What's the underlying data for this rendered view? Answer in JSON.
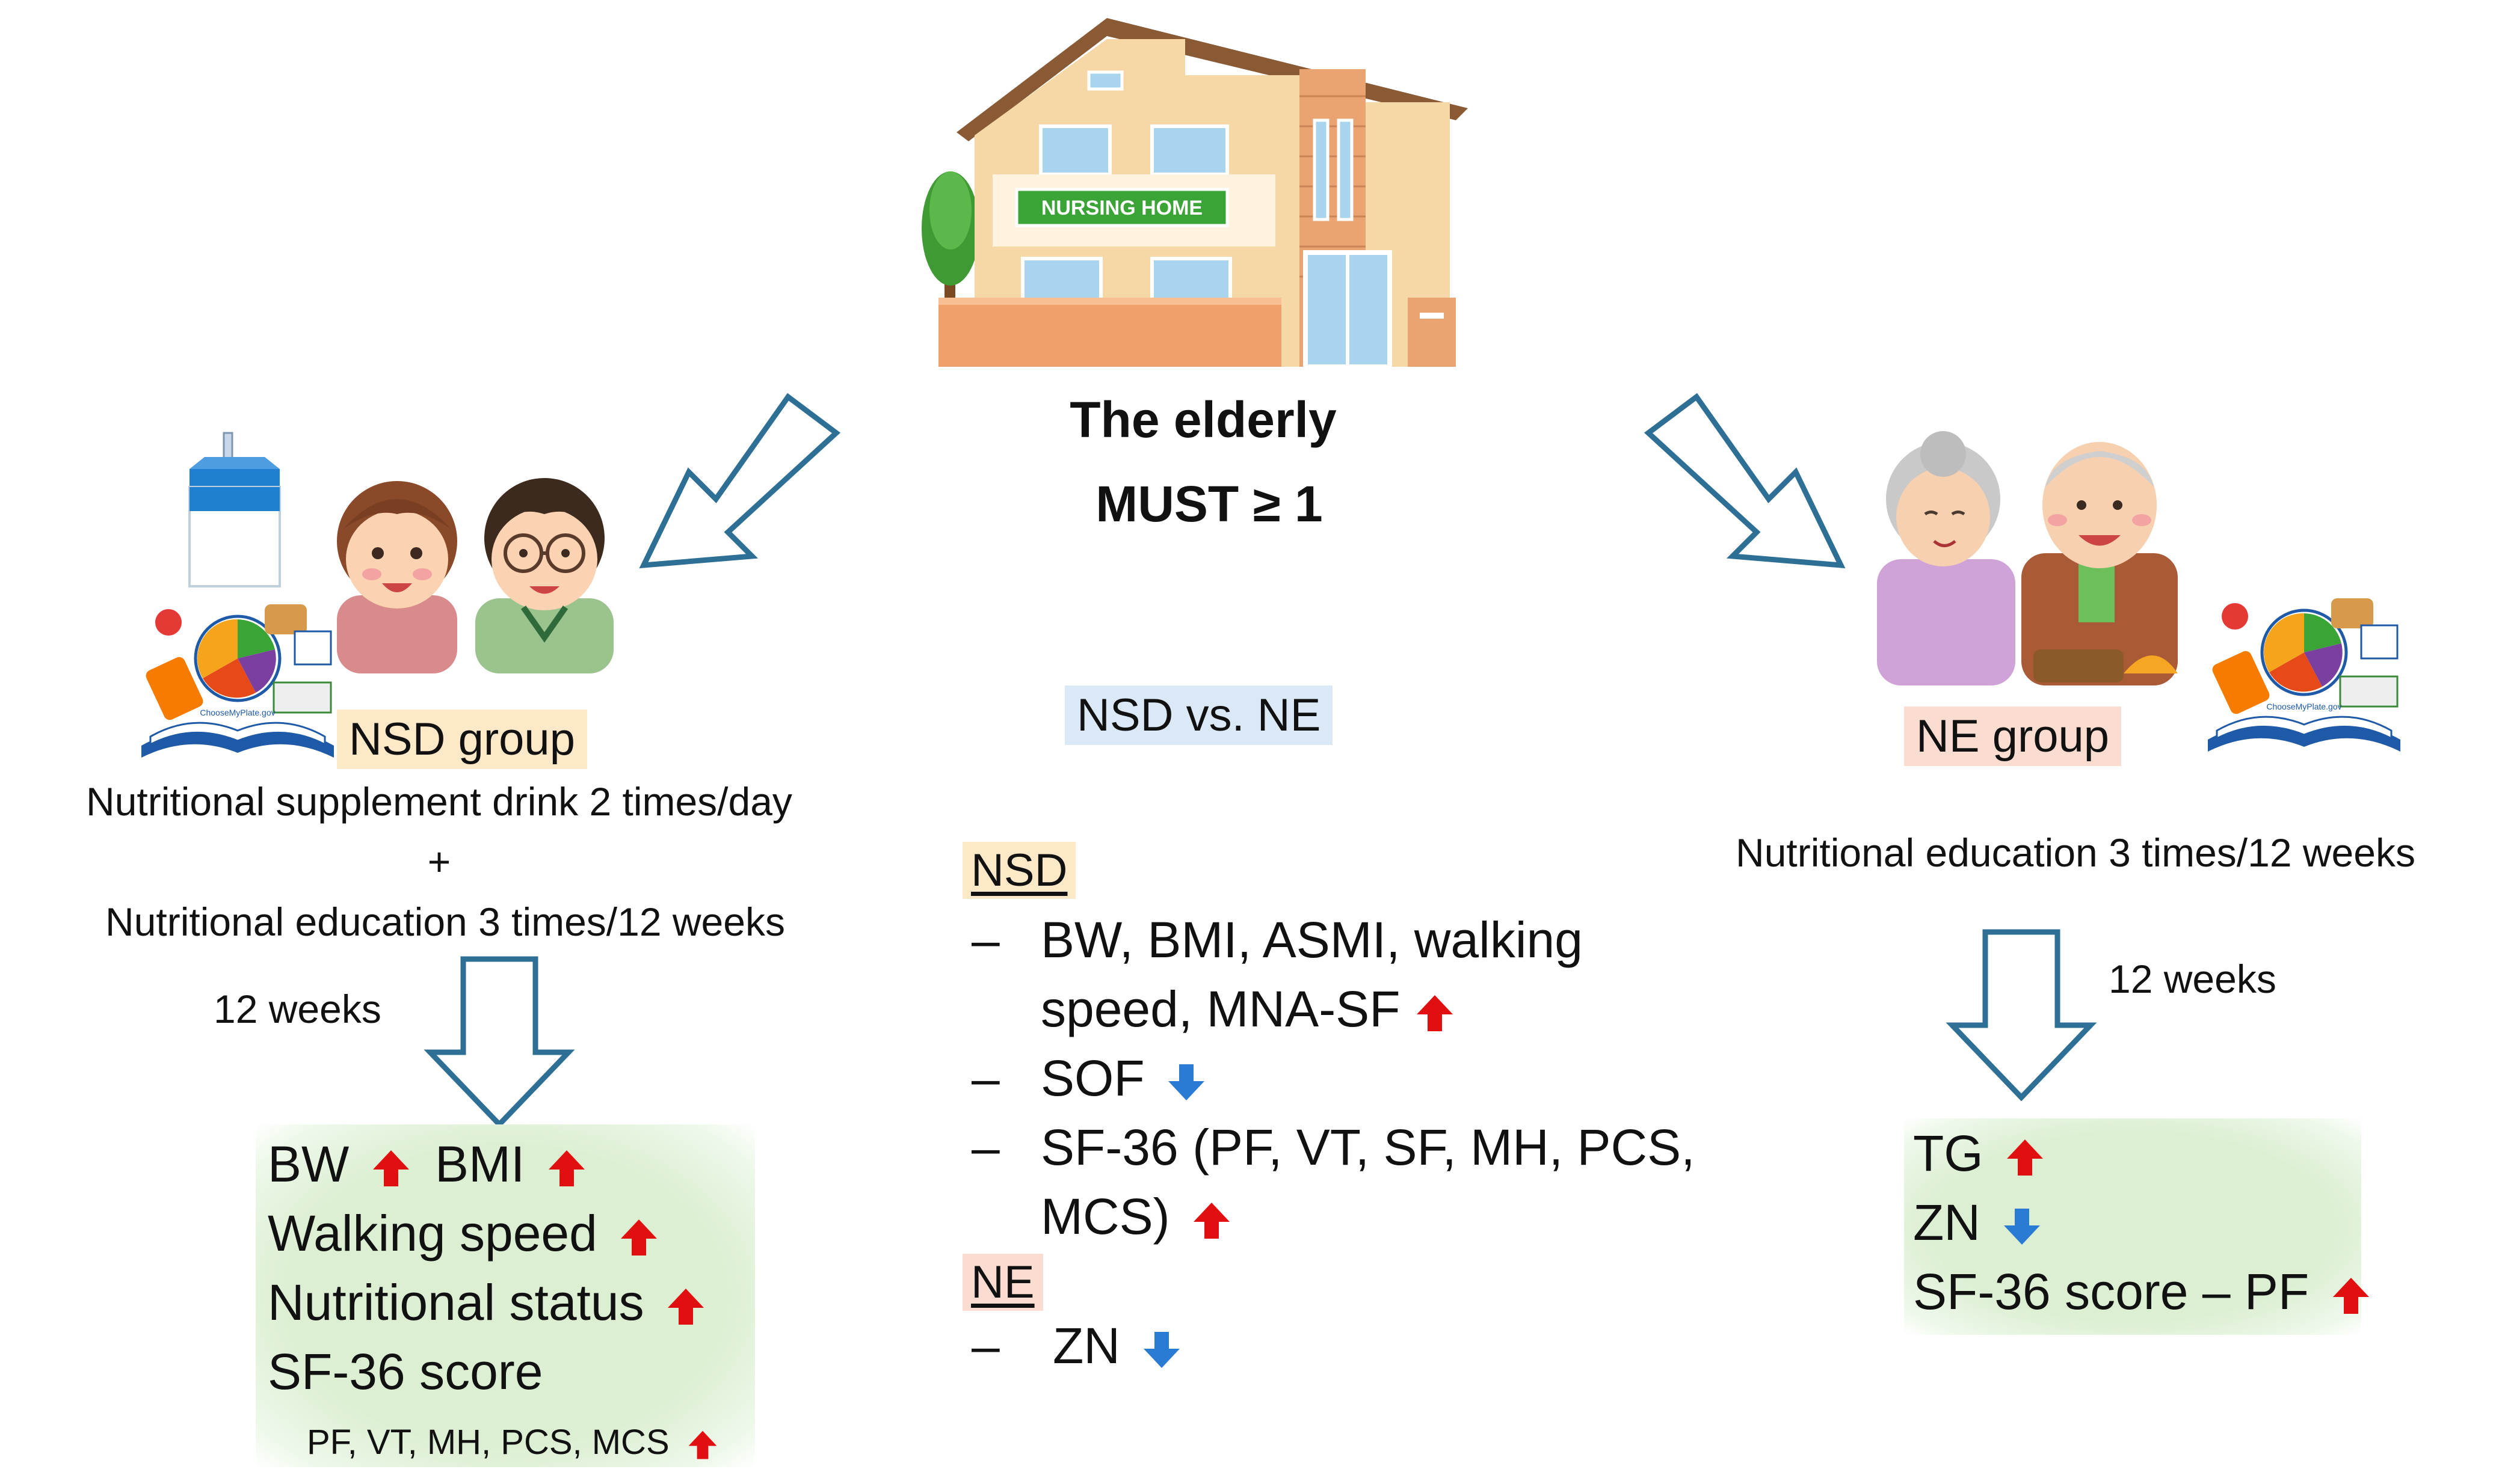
{
  "center": {
    "building_sign": "NURSING HOME",
    "title_line1": "The elderly",
    "title_line2": "MUST ≥ 1",
    "comparison_label": "NSD vs. NE",
    "nsd_heading": "NSD",
    "nsd_items": [
      "BW, BMI, ASMI, walking",
      "speed, MNA-SF",
      "SOF",
      "SF-36 (PF, VT, SF, MH, PCS,",
      "MCS)"
    ],
    "ne_heading": "NE",
    "ne_items": [
      "ZN"
    ],
    "dash": "–"
  },
  "left": {
    "group_label": "NSD group",
    "desc_line1": "Nutritional supplement drink 2 times/day",
    "plus": "+",
    "desc_line2": "Nutritional education 3 times/12 weeks",
    "duration": "12 weeks",
    "plate_label": "ChooseMyPlate.gov",
    "outcomes": {
      "bw": "BW",
      "bmi": "BMI",
      "walking": "Walking speed",
      "nutrition": "Nutritional status",
      "sf36": "SF-36 score",
      "sf36_detail": "PF, VT, MH, PCS, MCS"
    }
  },
  "right": {
    "group_label": "NE group",
    "desc": "Nutritional education 3 times/12 weeks",
    "duration": "12 weeks",
    "plate_label": "ChooseMyPlate.gov",
    "outcomes": {
      "tg": "TG",
      "zn": "ZN",
      "sf36_pf": "SF-36 score – PF"
    }
  },
  "colors": {
    "arrow_outline": "#2e6f96",
    "up_arrow": "#e01010",
    "down_arrow": "#2a7bd4",
    "nsd_chip": "#fde9c8",
    "ne_chip": "#fbdcd0",
    "vs_chip": "#dbe9f7",
    "outcome_box": "#dcefd3"
  },
  "icons": [
    "building-icon",
    "milk-carton-icon",
    "couple-icon",
    "elderly-couple-icon",
    "nutrition-book-icon",
    "up-arrow-icon",
    "down-arrow-icon"
  ]
}
